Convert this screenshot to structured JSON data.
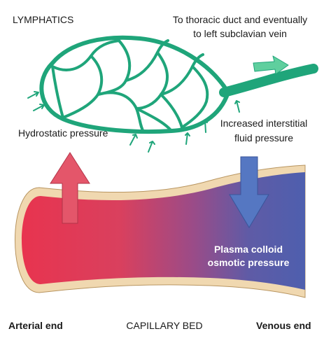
{
  "labels": {
    "lymphatics": "LYMPHATICS",
    "thoracic_duct_line1": "To thoracic duct and eventually",
    "thoracic_duct_line2": "to left subclavian vein",
    "hydrostatic": "Hydrostatic pressure",
    "interstitial_line1": "Increased interstitial",
    "interstitial_line2": "fluid pressure",
    "colloid_line1": "Plasma colloid",
    "colloid_line2": "osmotic pressure",
    "arterial": "Arterial end",
    "capillary": "CAPILLARY BED",
    "venous": "Venous end"
  },
  "colors": {
    "lymph": "#1fa57a",
    "arterial": "#e8344f",
    "venous": "#4e5fae",
    "up_arrow": "#e4566a",
    "down_arrow": "#5577c2",
    "wall": "#f0d8b0"
  }
}
